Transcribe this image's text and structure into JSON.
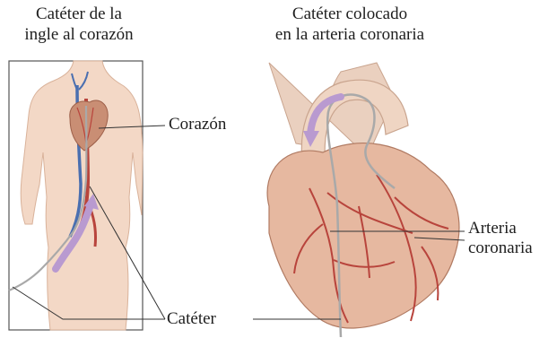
{
  "panels": {
    "left_title": [
      "Catéter de la",
      "ingle al corazón"
    ],
    "right_title": [
      "Catéter colocado",
      "en la arteria coronaria"
    ]
  },
  "callouts": {
    "heart": "Corazón",
    "artery": [
      "Arteria",
      "coronaria"
    ],
    "catheter": "Catéter"
  },
  "colors": {
    "skin": "#f3d8c6",
    "skin_shade": "#e9c2ab",
    "heart": "#e6b8a0",
    "heart_dark": "#c98e74",
    "vessel_red": "#b8443c",
    "vessel_blue": "#4a6fb0",
    "arrow": "#b99ad0",
    "catheter": "#a9a9a9",
    "leader": "#333333",
    "frame": "#555555"
  }
}
